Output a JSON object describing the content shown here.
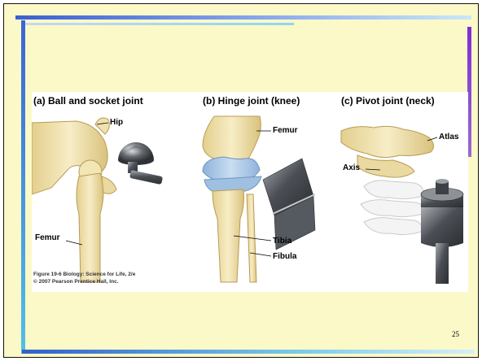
{
  "slide": {
    "page_number": "25",
    "figure": {
      "panel_a": {
        "title": "(a) Ball and socket joint",
        "labels": [
          "Hip",
          "Femur"
        ]
      },
      "panel_b": {
        "title": "(b) Hinge joint (knee)",
        "labels": [
          "Femur",
          "Tibia",
          "Fibula"
        ]
      },
      "panel_c": {
        "title": "(c) Pivot joint (neck)",
        "labels": [
          "Atlas",
          "Axis"
        ]
      },
      "caption_line1": "Figure 19-6 Biology: Science for Life, 2/e",
      "caption_line2": "© 2007 Pearson Prentice Hall, Inc."
    },
    "colors": {
      "background": "#fbf9c8",
      "bone": "#f2e6b4",
      "cartilage": "#a9c7e6",
      "metal": "#5d6268"
    }
  }
}
